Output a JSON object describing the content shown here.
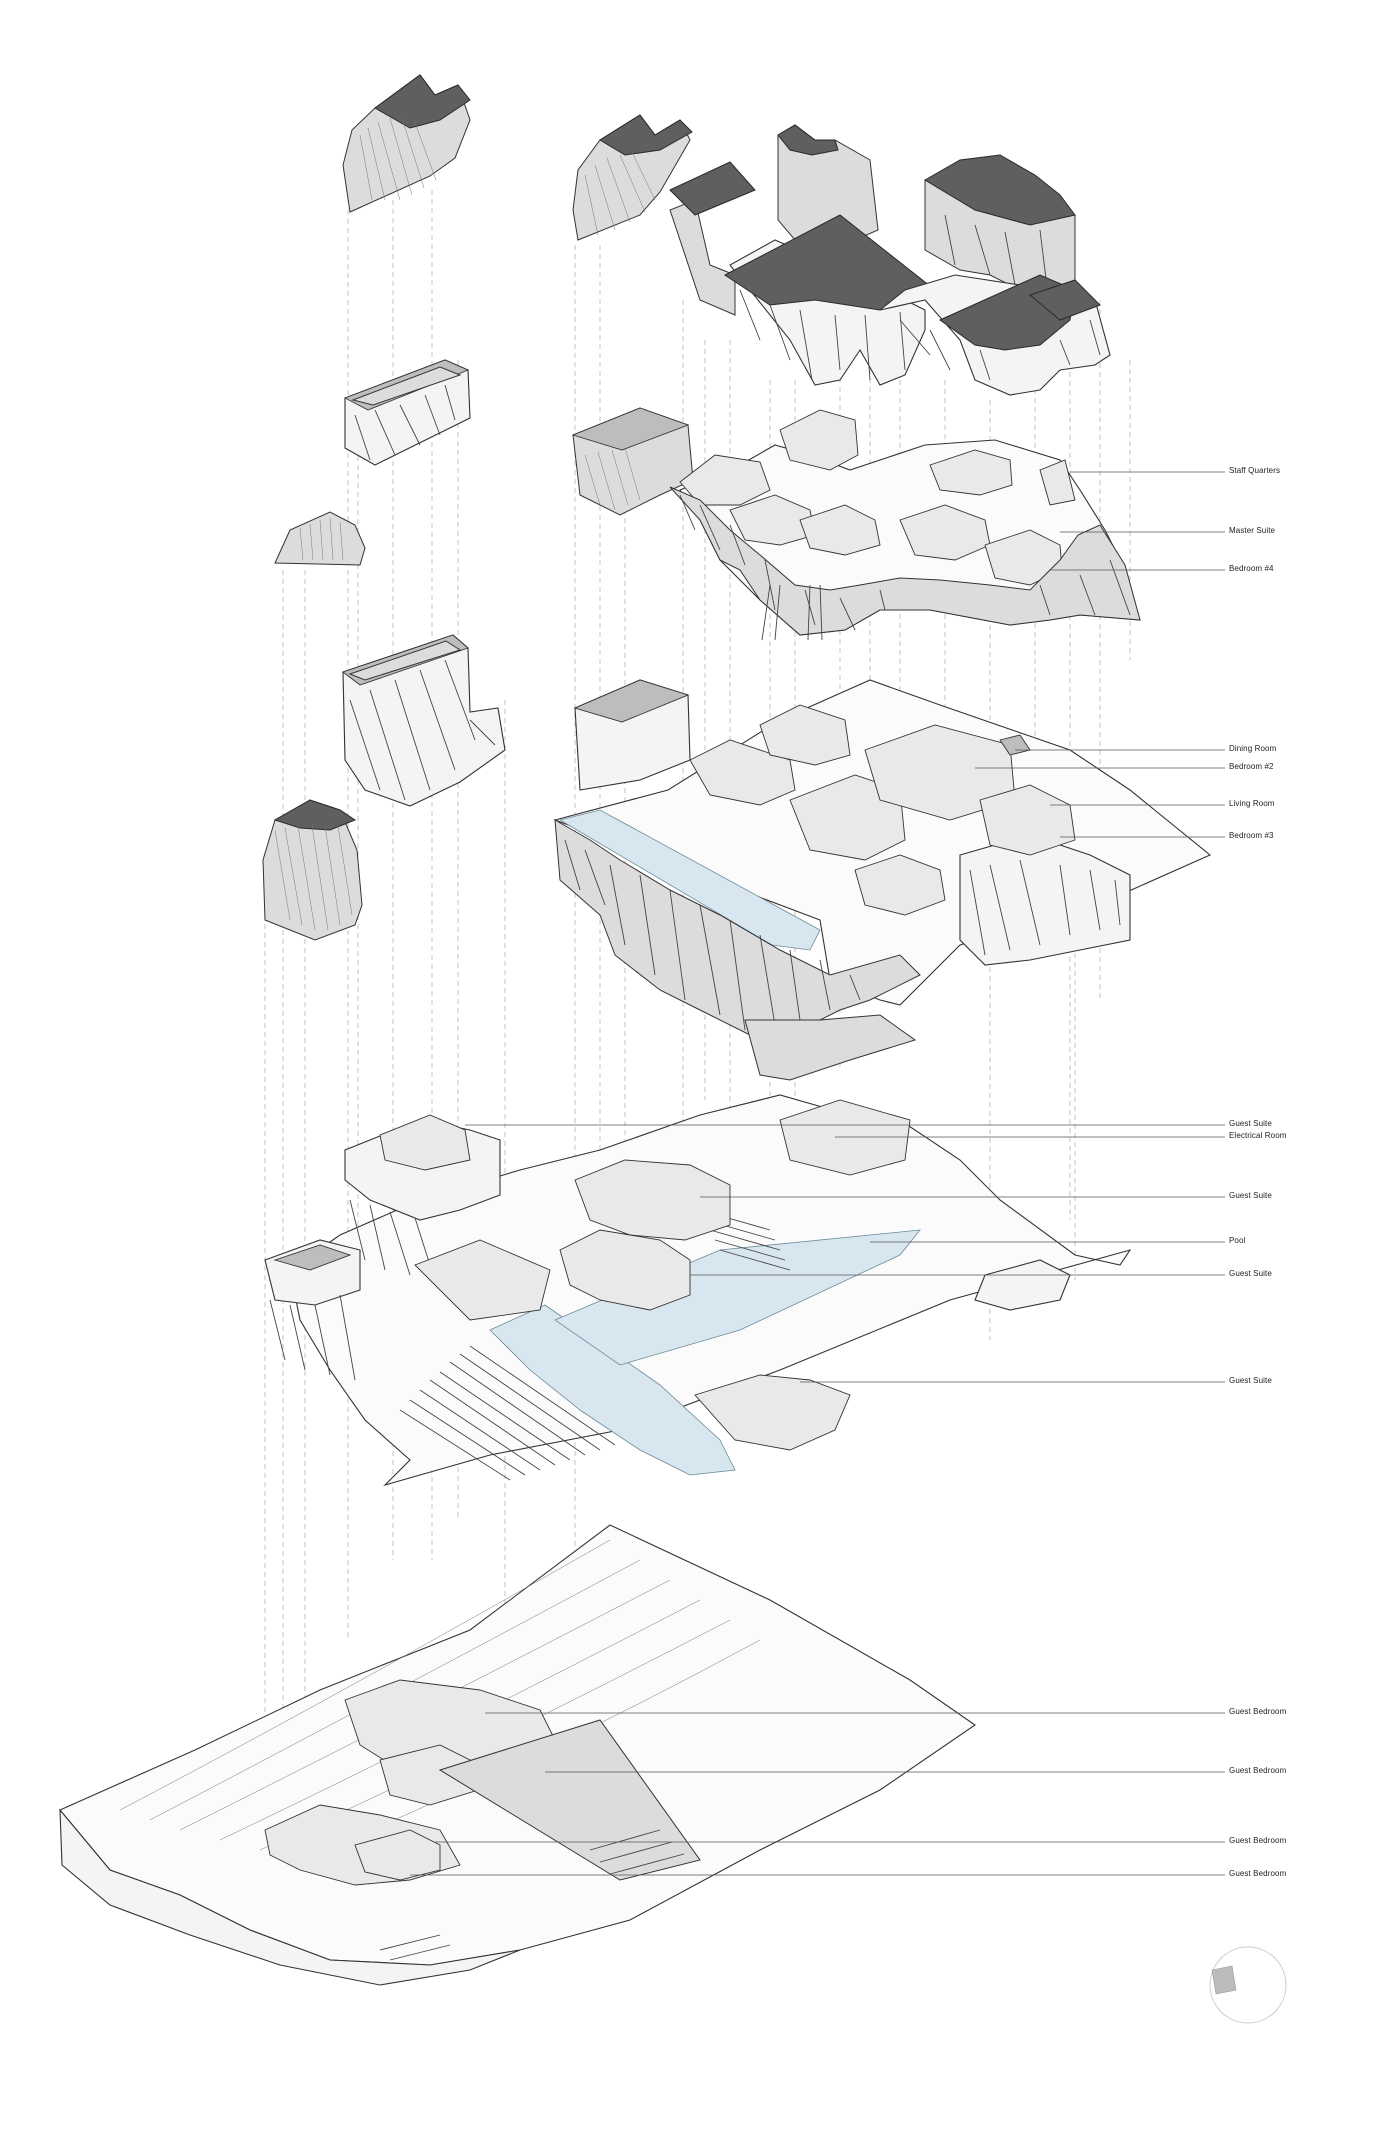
{
  "labels": {
    "staff_quarters": "Staff Quarters",
    "master_suite": "Master Suite",
    "bedroom_4": "Bedroom #4",
    "dining_room": "Dining Room",
    "bedroom_2": "Bedroom #2",
    "living_room": "Living Room",
    "bedroom_3": "Bedroom #3",
    "guest_suite_1": "Guest Suite",
    "electrical_room": "Electrical Room",
    "guest_suite_2": "Guest Suite",
    "pool": "Pool",
    "guest_suite_3": "Guest Suite",
    "guest_suite_4": "Guest Suite",
    "guest_bedroom_1": "Guest Bedroom",
    "guest_bedroom_2": "Guest Bedroom",
    "guest_bedroom_3": "Guest Bedroom",
    "guest_bedroom_4": "Guest Bedroom"
  },
  "colors": {
    "roof": "#5f5f5f",
    "pool_water": "#d8e7ef",
    "wall": "#f4f4f4"
  }
}
